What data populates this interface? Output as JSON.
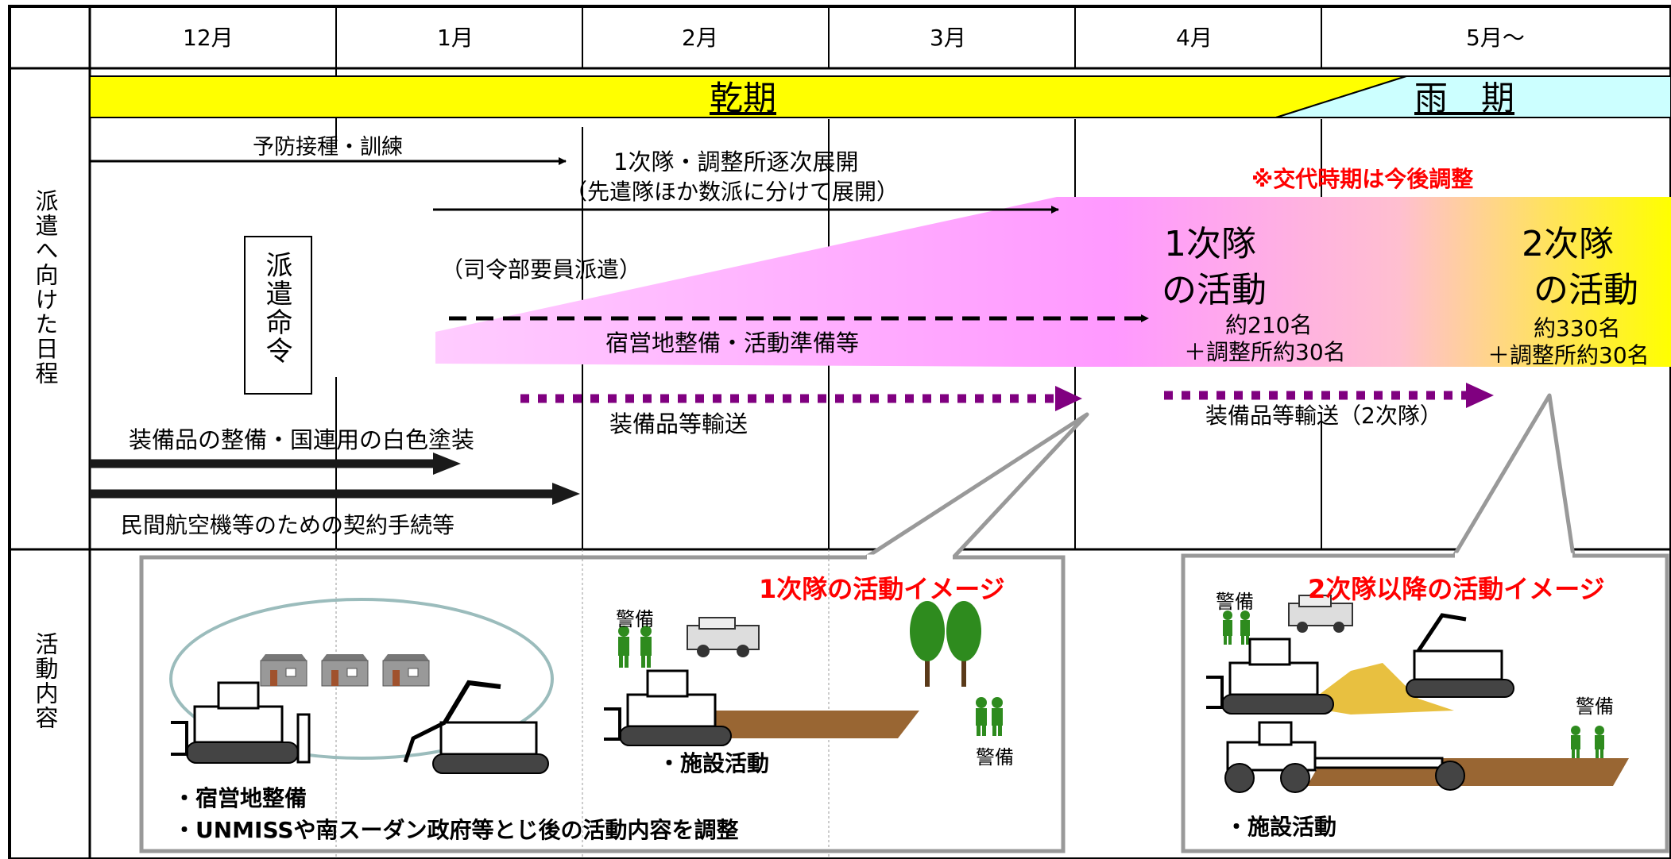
{
  "months": [
    "12月",
    "1月",
    "2月",
    "3月",
    "4月",
    "5月～"
  ],
  "row_labels": {
    "schedule": "派遣へ向けた日程",
    "activity": "活動内容"
  },
  "seasons": {
    "dry": "乾期",
    "rainy": "雨　期"
  },
  "schedule": {
    "vaccination": "予防接種・訓練",
    "deploy_line1": "1次隊・調整所逐次展開",
    "deploy_line2": "（先遣隊ほか数派に分けて展開）",
    "dispatch_order": "派遣命令",
    "hq_staff": "（司令部要員派遣）",
    "camp_prep": "宿営地整備・活動準備等",
    "equipment_transport": "装備品等輸送",
    "equipment_transport_2": "装備品等輸送（2次隊）",
    "equipment_maint": "装備品の整備・国連用の白色塗装",
    "civil_aviation": "民間航空機等のための契約手続等",
    "rotation_note": "※交代時期は今後調整"
  },
  "units": {
    "first": {
      "title_line1": "1次隊",
      "title_line2": "の活動",
      "size_line1": "約210名",
      "size_line2": "＋調整所約30名"
    },
    "second": {
      "title_line1": "2次隊",
      "title_line2": "の活動",
      "size_line1": "約330名",
      "size_line2": "＋調整所約30名"
    }
  },
  "activity": {
    "first_image_title": "1次隊の活動イメージ",
    "second_image_title": "2次隊以降の活動イメージ",
    "guard": "警備",
    "facility": "・施設活動",
    "camp": "・宿営地整備",
    "coordination": "・UNMISSや南スーダン政府等とじ後の活動内容を調整"
  },
  "colors": {
    "dry_season": "#ffff00",
    "rainy_season": "#ccffff",
    "unit_gradient_start": "#ffccff",
    "unit_gradient_mid": "#ff99ff",
    "unit_gradient_end": "#ffff00",
    "transport_dots": "#800080",
    "note_red": "#ff0000",
    "ground": "#996633",
    "soldier": "#2e8b1e"
  }
}
